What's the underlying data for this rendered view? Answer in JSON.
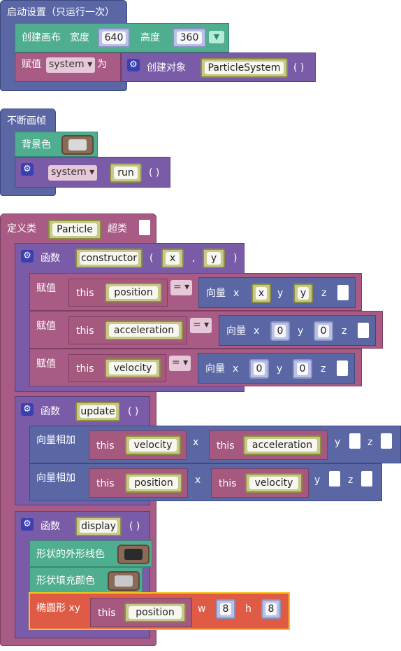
{
  "setup": {
    "title": "启动设置（只运行一次）",
    "create_canvas": {
      "label": "创建画布",
      "width_label": "宽度",
      "width": "640",
      "height_label": "高度",
      "height": "360"
    },
    "assign": {
      "label": "赋值",
      "var": "system",
      "as_label": "为",
      "create_label": "创建对象",
      "class": "ParticleSystem",
      "parens": "( )"
    }
  },
  "draw": {
    "title": "不断画帧",
    "background_label": "背景色",
    "call": {
      "obj": "system",
      "method": "run",
      "parens": "( )"
    }
  },
  "class_def": {
    "label": "定义类",
    "name": "Particle",
    "super_label": "超类",
    "constructor": {
      "func_label": "函数",
      "name": "constructor",
      "open": "(",
      "p1": "x",
      "comma": ",",
      "p2": "y",
      "close": ")",
      "rows": [
        {
          "assign": "赋值",
          "this": "this",
          "prop": "position",
          "op": "=",
          "vec": "向量",
          "xl": "x",
          "x": "x",
          "yl": "y",
          "y": "y",
          "zl": "z"
        },
        {
          "assign": "赋值",
          "this": "this",
          "prop": "acceleration",
          "op": "=",
          "vec": "向量",
          "xl": "x",
          "x": "0",
          "yl": "y",
          "y": "0",
          "zl": "z"
        },
        {
          "assign": "赋值",
          "this": "this",
          "prop": "velocity",
          "op": "=",
          "vec": "向量",
          "xl": "x",
          "x": "0",
          "yl": "y",
          "y": "0",
          "zl": "z"
        }
      ]
    },
    "update": {
      "func_label": "函数",
      "name": "update",
      "parens": "( )",
      "rows": [
        {
          "label": "向量相加",
          "this1": "this",
          "prop1": "velocity",
          "xl": "x",
          "this2": "this",
          "prop2": "acceleration",
          "yl": "y",
          "zl": "z"
        },
        {
          "label": "向量相加",
          "this1": "this",
          "prop1": "position",
          "xl": "x",
          "this2": "this",
          "prop2": "velocity",
          "yl": "y",
          "zl": "z"
        }
      ]
    },
    "display": {
      "func_label": "函数",
      "name": "display",
      "parens": "( )",
      "stroke_label": "形状的外形线色",
      "fill_label": "形状填充颜色",
      "ellipse": {
        "label": "椭圆形 xy",
        "this": "this",
        "prop": "position",
        "wl": "w",
        "w": "8",
        "hl": "h",
        "h": "8"
      }
    }
  },
  "colors": {
    "stroke_swatch": "#2b2b2b",
    "fill_swatch": "#c9c9c9",
    "bg_swatch": "#d9d9d9"
  }
}
